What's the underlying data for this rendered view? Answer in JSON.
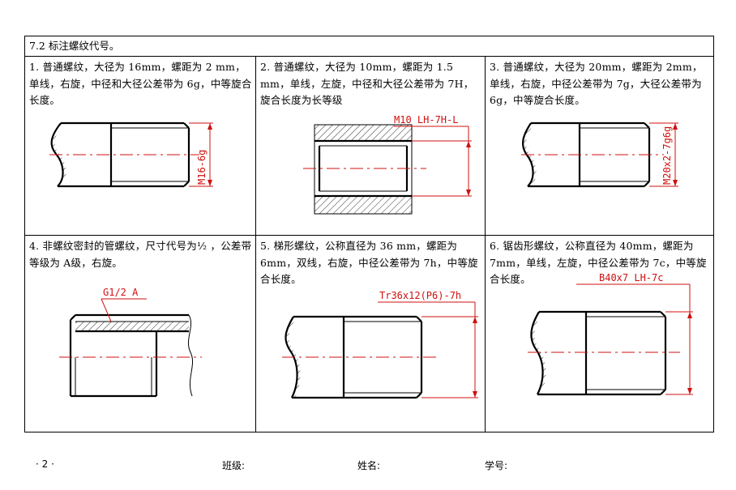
{
  "section_title": "7.2 标注螺纹代号。",
  "problems": [
    {
      "label": "1. 普通螺纹，大径为 16mm，螺距为 2 mm，单线，右旋，中径和大径公差带为 6g，中等旋合长度。",
      "annotation": "M16-6g"
    },
    {
      "label": "2. 普通螺纹，大径为 10mm，螺距为 1.5 mm，单线，左旋，中径和大径公差带为 7H，旋合长度为长等级",
      "annotation": "M10 LH-7H-L"
    },
    {
      "label": "3. 普通螺纹，大径为 20mm，螺距为 2mm，单线，右旋，中径公差带为 7g，大径公差带为 6g，中等旋合长度。",
      "annotation": "M20x2-7g6g"
    },
    {
      "label": "4. 非螺纹密封的管螺纹，尺寸代号为½ ，公差带等级为 A级，右旋。",
      "annotation": "G1/2 A"
    },
    {
      "label": "5. 梯形螺纹，公称直径为 36 mm，螺距为 6mm，双线，右旋，中径公差带为 7h，中等旋合长度。",
      "annotation": "Tr36x12(P6)-7h"
    },
    {
      "label": "6. 锯齿形螺纹，公称直径为 40mm，螺距为 7mm，单线，左旋，中径公差带为 7c，中等旋合长度。",
      "annotation": "B40x7 LH-7c"
    }
  ],
  "footer": {
    "page": "· 2 ·",
    "class_label": "班级:",
    "name_label": "姓名:",
    "id_label": "学号:"
  },
  "colors": {
    "annotation": "#d01010",
    "lines": "#000000"
  }
}
